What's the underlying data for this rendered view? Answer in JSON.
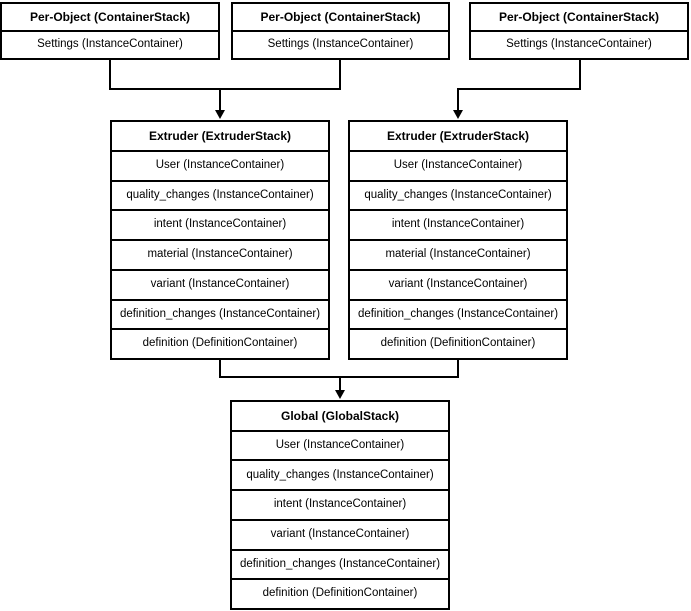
{
  "colors": {
    "background": "#ffffff",
    "box_fill": "#ffffff",
    "line": "#000000",
    "text": "#000000"
  },
  "nodes": {
    "per_object_1": {
      "title": "Per-Object (ContainerStack)",
      "rows": [
        "Settings (InstanceContainer)"
      ]
    },
    "per_object_2": {
      "title": "Per-Object (ContainerStack)",
      "rows": [
        "Settings (InstanceContainer)"
      ]
    },
    "per_object_3": {
      "title": "Per-Object (ContainerStack)",
      "rows": [
        "Settings (InstanceContainer)"
      ]
    },
    "extruder_1": {
      "title": "Extruder (ExtruderStack)",
      "rows": [
        "User (InstanceContainer)",
        "quality_changes (InstanceContainer)",
        "intent (InstanceContainer)",
        "material (InstanceContainer)",
        "variant (InstanceContainer)",
        "definition_changes (InstanceContainer)",
        "definition (DefinitionContainer)"
      ]
    },
    "extruder_2": {
      "title": "Extruder (ExtruderStack)",
      "rows": [
        "User (InstanceContainer)",
        "quality_changes (InstanceContainer)",
        "intent (InstanceContainer)",
        "material (InstanceContainer)",
        "variant (InstanceContainer)",
        "definition_changes (InstanceContainer)",
        "definition (DefinitionContainer)"
      ]
    },
    "global": {
      "title": "Global (GlobalStack)",
      "rows": [
        "User (InstanceContainer)",
        "quality_changes (InstanceContainer)",
        "intent (InstanceContainer)",
        "variant (InstanceContainer)",
        "definition_changes (InstanceContainer)",
        "definition (DefinitionContainer)"
      ]
    }
  },
  "edges": [
    {
      "from": [
        "per_object_1",
        "per_object_2"
      ],
      "to": "extruder_1",
      "arrow": "down"
    },
    {
      "from": [
        "per_object_3"
      ],
      "to": "extruder_2",
      "arrow": "down"
    },
    {
      "from": [
        "extruder_1",
        "extruder_2"
      ],
      "to": "global",
      "arrow": "down"
    }
  ]
}
